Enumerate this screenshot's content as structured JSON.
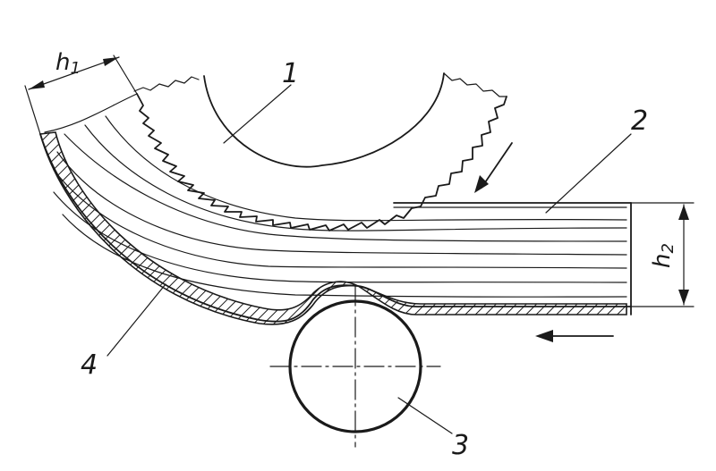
{
  "labels": {
    "roll": "1",
    "strip": "2",
    "support_roller": "3",
    "shell": "4",
    "h1": "h",
    "h1_sub": "1",
    "h2": "h",
    "h2_sub": "2"
  },
  "arrows": [
    "feed-direction-roll",
    "feed-direction-strip"
  ],
  "colors": {
    "ink": "#1a1a1a",
    "background": "#ffffff"
  }
}
